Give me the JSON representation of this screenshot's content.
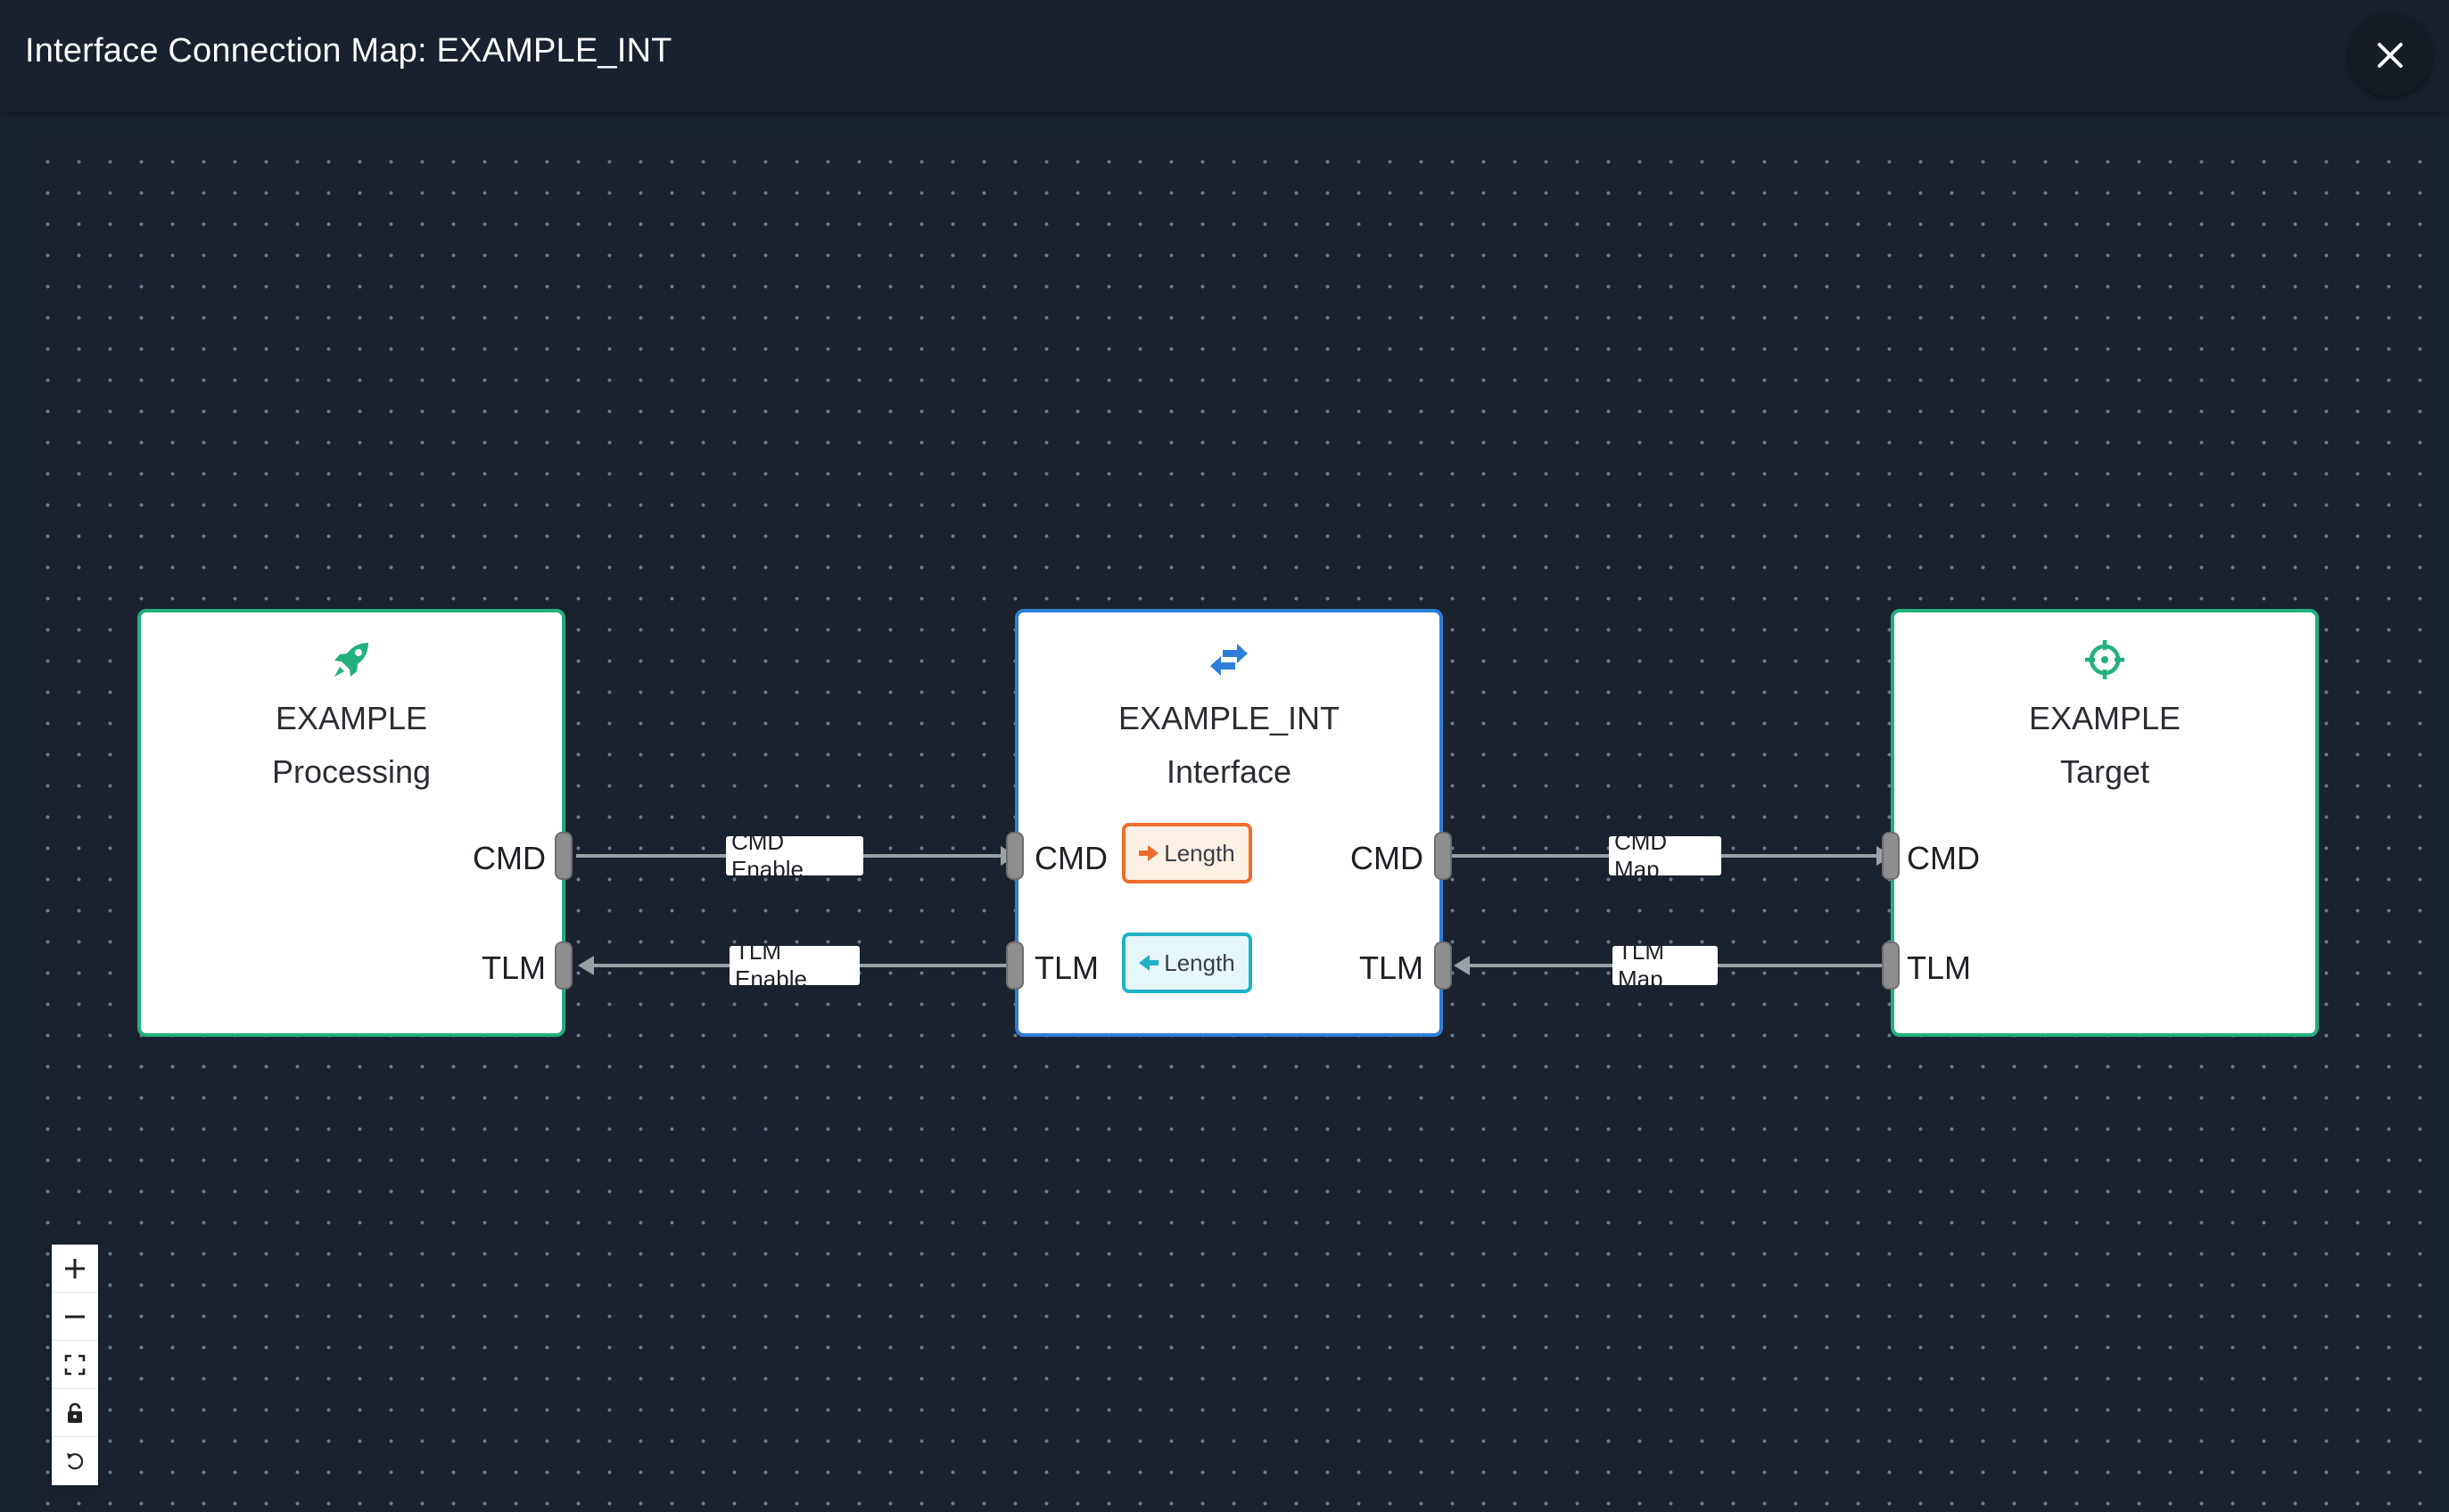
{
  "header": {
    "title": "Interface Connection Map: EXAMPLE_INT"
  },
  "colors": {
    "processing": "#22b07d",
    "interface": "#2f7fd8",
    "target": "#22b07d",
    "cmd_protocol": "#ee6d2c",
    "tlm_protocol": "#1fb1c7"
  },
  "nodes": {
    "processing": {
      "title": "EXAMPLE",
      "subtitle": "Processing",
      "icon": "rocket-icon",
      "cmd": "CMD",
      "tlm": "TLM"
    },
    "interface": {
      "title": "EXAMPLE_INT",
      "subtitle": "Interface",
      "icon": "swap-arrows-icon",
      "cmd_in": "CMD",
      "tlm_in": "TLM",
      "cmd_out": "CMD",
      "tlm_out": "TLM",
      "cmd_protocol": "Length",
      "tlm_protocol": "Length"
    },
    "target": {
      "title": "EXAMPLE",
      "subtitle": "Target",
      "icon": "crosshairs-icon",
      "cmd": "CMD",
      "tlm": "TLM"
    }
  },
  "edges": {
    "cmd_enable": "CMD Enable",
    "tlm_enable": "TLM Enable",
    "cmd_map": "CMD Map",
    "tlm_map": "TLM Map"
  },
  "controls": [
    "zoom-in",
    "zoom-out",
    "fit-view",
    "lock",
    "reset"
  ]
}
